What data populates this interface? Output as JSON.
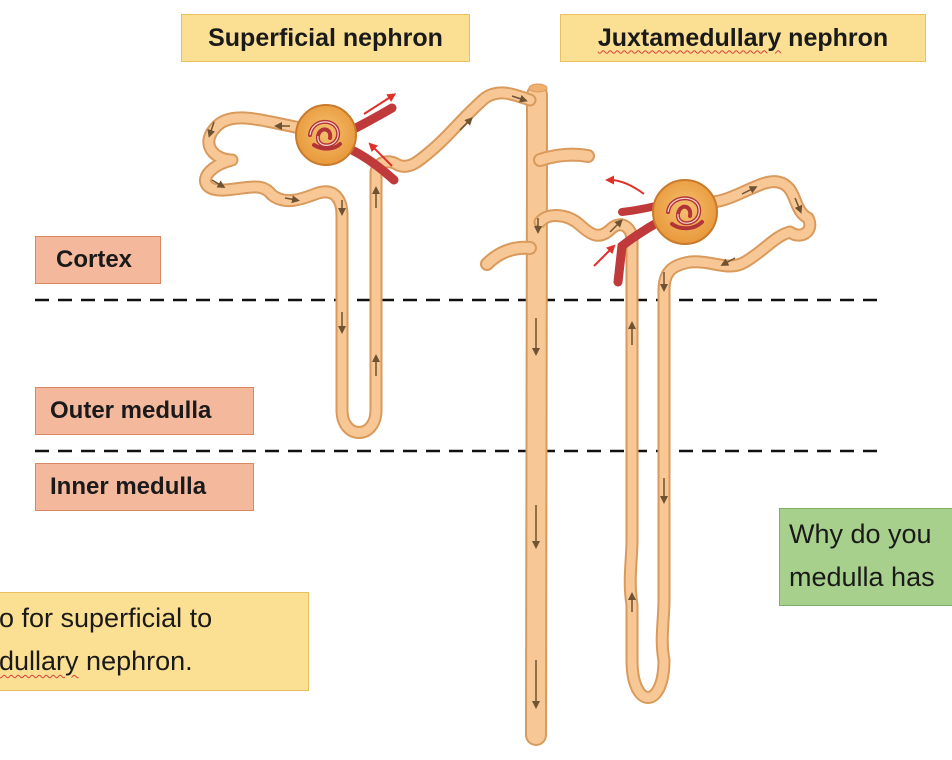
{
  "titles": {
    "superficial": "Superficial nephron",
    "juxtamedullary_word": "Juxtamedullary",
    "juxtamedullary_rest": " nephron"
  },
  "zones": {
    "cortex": "Cortex",
    "outer_medulla": "Outer medulla",
    "inner_medulla": "Inner medulla"
  },
  "notes": {
    "ratio_line1": "o for superficial to",
    "ratio_line2_word": "dullary",
    "ratio_line2_rest": " nephron.",
    "question_line1": "Why do you",
    "question_line2": "medulla has"
  },
  "colors": {
    "tubule": "#f7c896",
    "tubule_outline": "#d99a5c",
    "vessel": "#c0393b",
    "flow_arrow": "#6e5232",
    "blood_arrow": "#e0302a",
    "title_fill": "#fbdf92",
    "zone_fill": "#f4b89c",
    "question_fill": "#a8d08d"
  }
}
